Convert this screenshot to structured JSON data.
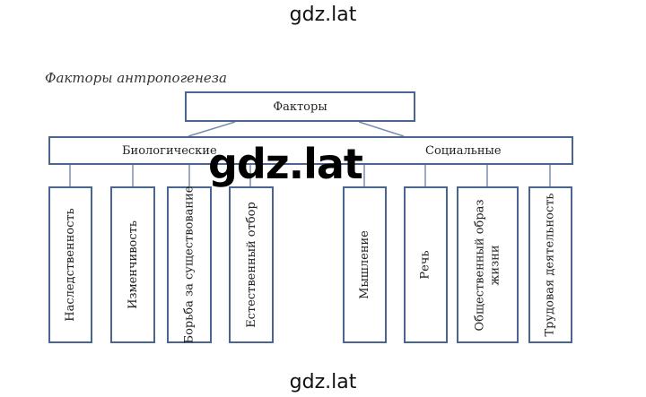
{
  "watermark": {
    "top": "gdz.lat",
    "center": "gdz.lat",
    "bottom": "gdz.lat"
  },
  "caption": "Факторы антропогенеза",
  "root": {
    "label": "Факторы"
  },
  "groups": {
    "biological": {
      "label": "Биологические",
      "items": [
        "Наследственность",
        "Изменчивость",
        "Борьба за существование",
        "Естественный отбор"
      ]
    },
    "social": {
      "label": "Социальные",
      "items": [
        "Мышление",
        "Речь",
        "Общественный образ\nжизни",
        "Трудовая деятельность"
      ]
    }
  },
  "colors": {
    "border": "#4a6590",
    "line": "#7a8db0"
  }
}
